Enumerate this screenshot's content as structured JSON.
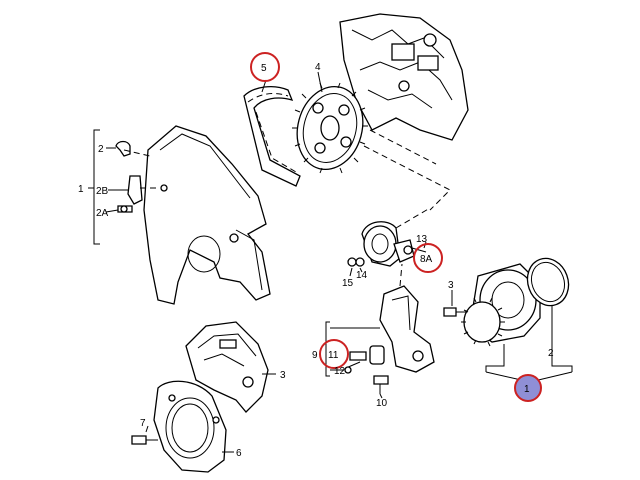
{
  "labels": {
    "l1": "1",
    "l2": "2",
    "l2A": "2A",
    "l2B": "2B",
    "l3a": "3",
    "l3b": "3",
    "l4": "4",
    "l5": "5",
    "l6": "6",
    "l7": "7",
    "l8A": "8A",
    "l9": "9",
    "l10": "10",
    "l11": "11",
    "l12": "12",
    "l13": "13",
    "l14": "14",
    "l15": "15",
    "lp1": "1",
    "lp2": "2"
  },
  "colors": {
    "callout_ring": "#cc2222",
    "highlight_fill": "#8f8fd6",
    "line": "#000000",
    "background": "#ffffff"
  }
}
